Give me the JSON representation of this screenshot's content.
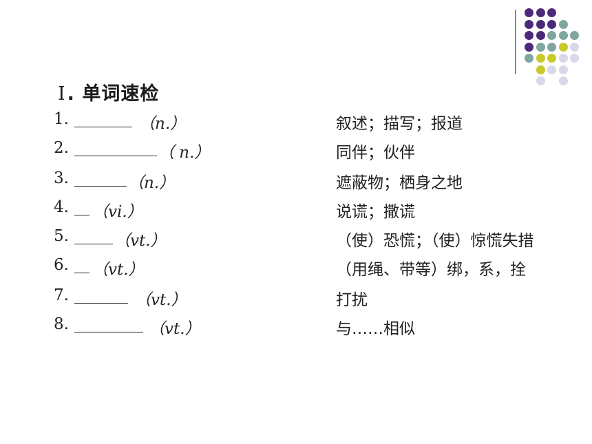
{
  "title": {
    "roman": "Ⅰ",
    "text": ". 单词速检"
  },
  "items": [
    {
      "num": "1.",
      "pos": "（n.）",
      "meaning": "叙述；描写；报道"
    },
    {
      "num": "2.",
      "pos": "（ n.）",
      "meaning": "同伴；伙伴"
    },
    {
      "num": "3.",
      "pos": "（n.）",
      "meaning": "遮蔽物；栖身之地"
    },
    {
      "num": "4.",
      "pos": "（vi.）",
      "meaning": "说谎；撒谎"
    },
    {
      "num": "5.",
      "pos": "（vt.）",
      "meaning": "（使）恐慌；（使）惊慌失措"
    },
    {
      "num": "6.",
      "pos": "（vt.）",
      "meaning": "（用绳、带等）绑，系，拴"
    },
    {
      "num": "7.",
      "pos": "（vt.）",
      "meaning": "打扰"
    },
    {
      "num": "8.",
      "pos": "（vt.）",
      "meaning": "与……相似"
    }
  ],
  "colors": {
    "purple": "#4b2a7b",
    "teal": "#7fa6a0",
    "olive": "#c8c92a",
    "lavender": "#d8d8ea",
    "line": "#8c8c8c"
  }
}
